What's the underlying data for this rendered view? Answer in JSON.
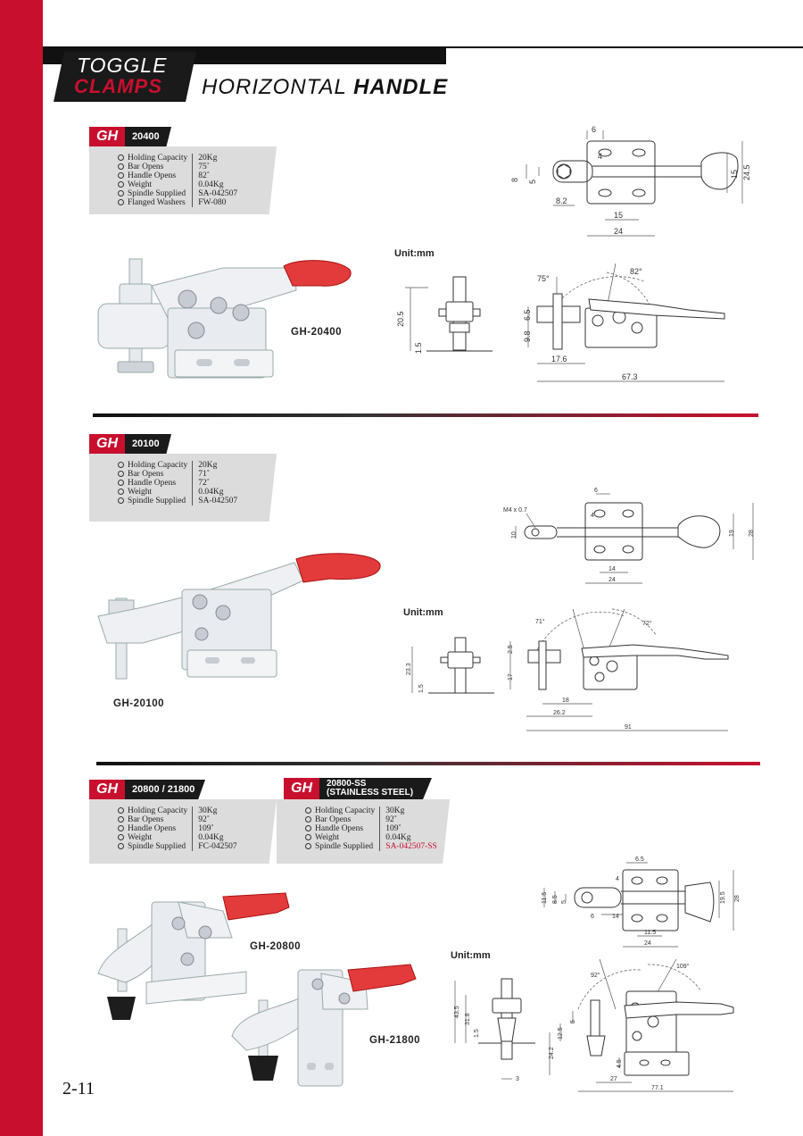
{
  "header": {
    "logo_line1": "TOGGLE",
    "logo_line2": "CLAMPS",
    "title_normal": "HORIZONTAL",
    "title_bold": "HANDLE"
  },
  "page_number": "2-11",
  "unit_label": "Unit:mm",
  "brand_tag": "GH",
  "colors": {
    "accent_red": "#c8102e",
    "black": "#111111",
    "panel_gray": "#dcdcdc"
  },
  "section1": {
    "code": "20400",
    "model": "GH-20400",
    "specs": [
      {
        "label": "Holding Capacity",
        "value": "20Kg"
      },
      {
        "label": "Bar Opens",
        "value": "75˚"
      },
      {
        "label": "Handle Opens",
        "value": "82˚"
      },
      {
        "label": "Weight",
        "value": "0.04Kg"
      },
      {
        "label": "Spindle Supplied",
        "value": "SA-042507"
      },
      {
        "label": "Flanged Washers",
        "value": "FW-080"
      }
    ],
    "dims_top": {
      "d1": "6",
      "d2": "4",
      "d3": "8",
      "d4": "5",
      "d5": "8.2",
      "d6": "15",
      "d7": "24",
      "d8": "15",
      "d9": "24.5"
    },
    "dims_side": {
      "d1": "20.5",
      "d2": "1.5",
      "d3": "6.5",
      "d4": "9.8",
      "d5": "17.6",
      "d6": "67.3",
      "a1": "75°",
      "a2": "82°"
    }
  },
  "section2": {
    "code": "20100",
    "model": "GH-20100",
    "specs": [
      {
        "label": "Holding Capacity",
        "value": "20Kg"
      },
      {
        "label": "Bar Opens",
        "value": "71˚"
      },
      {
        "label": "Handle Opens",
        "value": "72˚"
      },
      {
        "label": "Weight",
        "value": "0.04Kg"
      },
      {
        "label": "Spindle Supplied",
        "value": "SA-042507"
      }
    ],
    "dims_top": {
      "thread": "M4 x 0.7",
      "d1": "6",
      "d2": "4",
      "d3": "10",
      "d4": "14",
      "d5": "24",
      "d6": "19",
      "d7": "28"
    },
    "dims_side": {
      "d1": "23.3",
      "d2": "1.5",
      "d3": "2.5",
      "d4": "17",
      "d5": "18",
      "d6": "26.2",
      "d7": "91",
      "a1": "71°",
      "a2": "72°"
    }
  },
  "section3": {
    "code": "20800 / 21800",
    "model_a": "GH-20800",
    "model_b": "GH-21800",
    "specs": [
      {
        "label": "Holding Capacity",
        "value": "30Kg"
      },
      {
        "label": "Bar Opens",
        "value": "92˚"
      },
      {
        "label": "Handle Opens",
        "value": "109˚"
      },
      {
        "label": "Weight",
        "value": "0.04Kg"
      },
      {
        "label": "Spindle Supplied",
        "value": "FC-042507"
      }
    ],
    "ss_code_line1": "20800-SS",
    "ss_code_line2": "(STAINLESS STEEL)",
    "ss_specs": [
      {
        "label": "Holding Capacity",
        "value": "30Kg"
      },
      {
        "label": "Bar Opens",
        "value": "92˚"
      },
      {
        "label": "Handle Opens",
        "value": "109˚"
      },
      {
        "label": "Weight",
        "value": "0.04Kg"
      },
      {
        "label": "Spindle Supplied",
        "value": "SA-042507-SS"
      }
    ],
    "dims_top": {
      "d1": "6.5",
      "d2": "4",
      "d3": "11.5",
      "d4": "8.5",
      "d5": "5",
      "d6": "6",
      "d7": "14",
      "d8": "11.5",
      "d9": "24",
      "d10": "19.5",
      "d11": "28"
    },
    "dims_side": {
      "d1": "43.5",
      "d2": "31.8",
      "d3": "1.5",
      "d4": "3",
      "d5": "5",
      "d6": "12.5",
      "d7": "24.2",
      "d8": "4.5",
      "d9": "27",
      "d10": "77.1",
      "a1": "92°",
      "a2": "109°"
    }
  }
}
